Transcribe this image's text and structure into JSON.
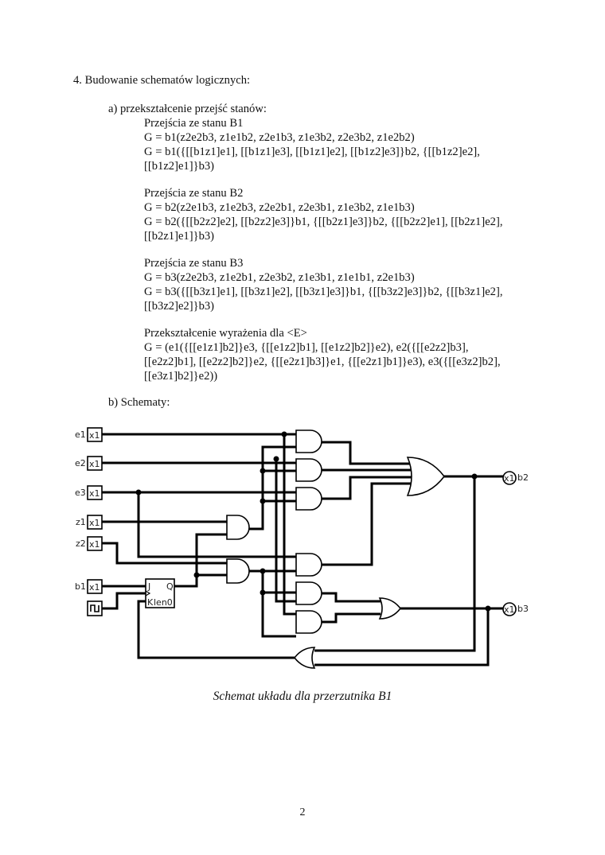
{
  "section": {
    "heading": "4. Budowanie schematów logicznych:",
    "sub_a": "a) przekształcenie przejść stanów:",
    "blocks": [
      {
        "title": "Przejścia ze stanu B1",
        "lines": [
          "G = b1(z2e2b3, z1e1b2, z2e1b3, z1e3b2, z2e3b2, z1e2b2)",
          "G = b1({[[b1z1]e1], [[b1z1]e3], [[b1z1]e2], [[b1z2]e3]}b2, {[[b1z2]e2],",
          "[[b1z2]e1]}b3)"
        ]
      },
      {
        "title": "Przejścia ze stanu B2",
        "lines": [
          "G = b2(z2e1b3, z1e2b3, z2e2b1, z2e3b1, z1e3b2, z1e1b3)",
          "G = b2({[[b2z2]e2], [[b2z2]e3]}b1, {[[b2z1]e3]}b2, {[[b2z2]e1], [[b2z1]e2],",
          "[[b2z1]e1]}b3)"
        ]
      },
      {
        "title": "Przejścia ze stanu B3",
        "lines": [
          "G = b3(z2e2b3, z1e2b1, z2e3b2, z1e3b1, z1e1b1, z2e1b3)",
          "G = b3({[[b3z1]e1], [[b3z1]e2], [[b3z1]e3]}b1, {[[b3z2]e3]}b2, {[[b3z1]e2],",
          "[[b3z2]e2]}b3)"
        ]
      },
      {
        "title": "Przekształcenie wyrażenia dla <E>",
        "lines": [
          "G = (e1({[[e1z1]b2]}e3, {[[e1z2]b1], [[e1z2]b2]}e2), e2({[[e2z2]b3],",
          "[[e2z2]b1], [[e2z2]b2]}e2, {[[e2z1]b3]}e1, {[[e2z1]b1]}e3), e3({[[e3z2]b2],",
          "[[e3z1]b2]}e2))"
        ]
      }
    ],
    "sub_b": "b) Schematy:"
  },
  "circuit": {
    "inputs": [
      {
        "name": "e1",
        "box": "x1"
      },
      {
        "name": "e2",
        "box": "x1"
      },
      {
        "name": "e3",
        "box": "x1"
      },
      {
        "name": "z1",
        "box": "x1"
      },
      {
        "name": "z2",
        "box": "x1"
      },
      {
        "name": "b1",
        "box": "x1"
      }
    ],
    "clock_icon": "square-wave-icon",
    "flipflop": {
      "j": "J",
      "k": "K",
      "q": "Q",
      "name": "len0"
    },
    "outputs": [
      {
        "name": "b2",
        "box": "x1"
      },
      {
        "name": "b3",
        "box": "x1"
      }
    ]
  },
  "caption": "Schemat układu dla przerzutnika B1",
  "page_number": "2"
}
